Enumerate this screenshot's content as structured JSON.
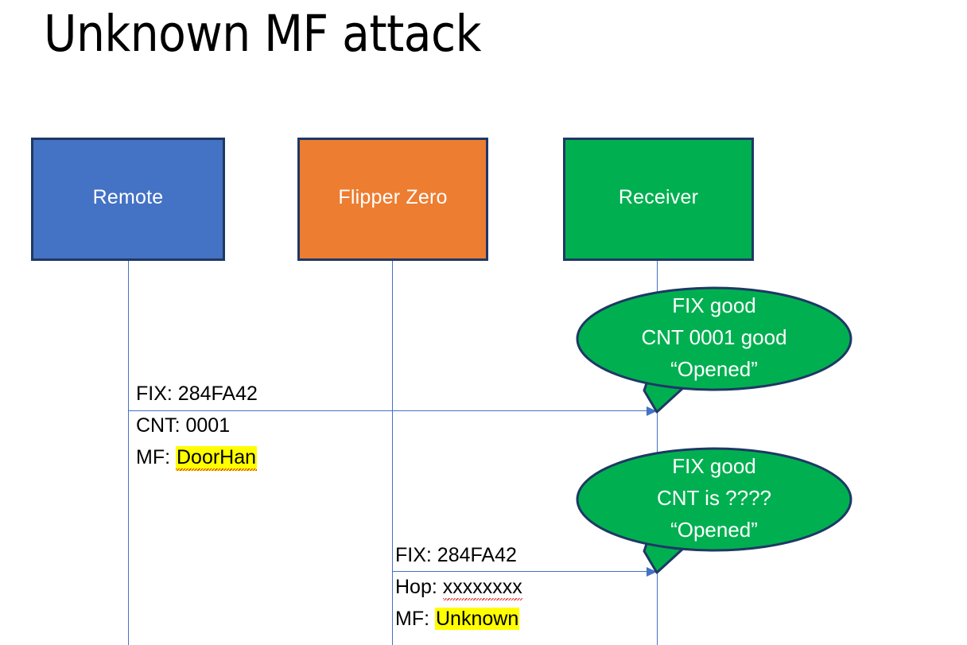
{
  "slide": {
    "title": "Unknown MF attack",
    "background": "#FFFFFF"
  },
  "colors": {
    "remote_fill": "#4472C4",
    "flipper_fill": "#ED7D31",
    "receiver_fill": "#00B050",
    "box_border": "#1F3864",
    "lifeline": "#4472C4",
    "arrow": "#4472C4",
    "bubble_fill": "#00B050",
    "bubble_border": "#1F3864",
    "highlight": "#FFFF00",
    "spellcheck_underline": "#E03030",
    "text_dark": "#000000",
    "text_light": "#FFFFFF"
  },
  "actors": [
    {
      "id": "remote",
      "label": "Remote",
      "fill": "#4472C4"
    },
    {
      "id": "flipper",
      "label": "Flipper Zero",
      "fill": "#ED7D31"
    },
    {
      "id": "receiver",
      "label": "Receiver",
      "fill": "#00B050"
    }
  ],
  "messages": [
    {
      "id": "msg-1",
      "from": "remote",
      "to": "receiver",
      "lines": [
        {
          "label": "FIX: ",
          "value": "284FA42",
          "highlight": false,
          "spellcheck_error": false
        },
        {
          "label": "CNT: ",
          "value": "0001",
          "highlight": false,
          "spellcheck_error": false
        },
        {
          "label": "MF: ",
          "value": "DoorHan",
          "highlight": true,
          "spellcheck_error": true
        }
      ]
    },
    {
      "id": "msg-2",
      "from": "flipper",
      "to": "receiver",
      "lines": [
        {
          "label": "FIX: ",
          "value": "284FA42",
          "highlight": false,
          "spellcheck_error": false
        },
        {
          "label": "Hop: ",
          "value": "xxxxxxxx",
          "highlight": false,
          "spellcheck_error": true
        },
        {
          "label": "MF: ",
          "value": "Unknown",
          "highlight": true,
          "spellcheck_error": false
        }
      ]
    }
  ],
  "bubbles": [
    {
      "id": "bubble-1",
      "owner": "receiver",
      "replies_to": "msg-1",
      "lines": [
        "FIX good",
        "CNT 0001 good",
        "“Opened”"
      ]
    },
    {
      "id": "bubble-2",
      "owner": "receiver",
      "replies_to": "msg-2",
      "lines": [
        "FIX good",
        "CNT is ????",
        "“Opened”"
      ]
    }
  ]
}
